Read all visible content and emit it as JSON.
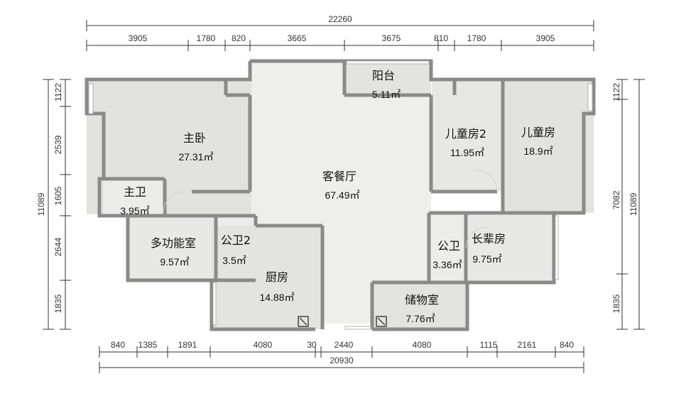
{
  "dimensions": {
    "top_total": "22260",
    "top_segments": [
      "3905",
      "1780",
      "820",
      "3665",
      "3675",
      "810",
      "1780",
      "3905"
    ],
    "bottom_total": "20930",
    "bottom_segments": [
      "840",
      "1385",
      "1891",
      "4080",
      "30",
      "2440",
      "4080",
      "1115",
      "2161",
      "840"
    ],
    "left_total": "11089",
    "left_segments": [
      "1122",
      "2539",
      "1605",
      "2644",
      "1835"
    ],
    "right_total": "11089",
    "right_mid": "7082",
    "right_segments": [
      "1122",
      "1835"
    ]
  },
  "rooms": {
    "balcony": {
      "name": "阳台",
      "area": "5.11㎡"
    },
    "master_bedroom": {
      "name": "主卧",
      "area": "27.31㎡"
    },
    "master_bath": {
      "name": "主卫",
      "area": "3.95㎡"
    },
    "living_dining": {
      "name": "客餐厅",
      "area": "67.49㎡"
    },
    "kids_room_2": {
      "name": "儿童房2",
      "area": "11.95㎡"
    },
    "kids_room": {
      "name": "儿童房",
      "area": "18.9㎡"
    },
    "multi_room": {
      "name": "多功能室",
      "area": "9.57㎡"
    },
    "public_bath_2": {
      "name": "公卫2",
      "area": "3.5㎡"
    },
    "kitchen": {
      "name": "厨房",
      "area": "14.88㎡"
    },
    "public_bath": {
      "name": "公卫",
      "area": "3.36㎡"
    },
    "elder_room": {
      "name": "长辈房",
      "area": "9.75㎡"
    },
    "storage": {
      "name": "储物室",
      "area": "7.76㎡"
    }
  }
}
